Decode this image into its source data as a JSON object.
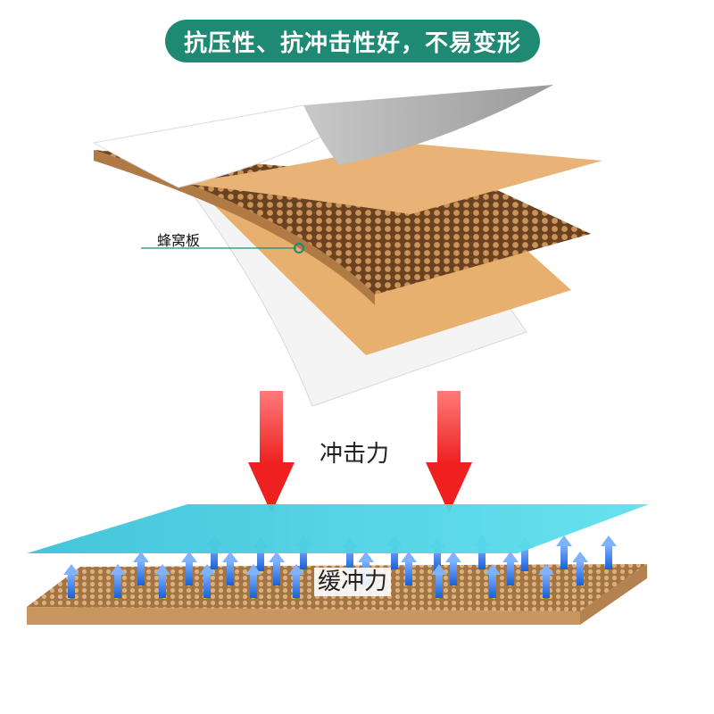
{
  "title": "抗压性、抗冲击性好，不易变形",
  "callout_label": "蜂窝板",
  "impact_label": "冲击力",
  "buffer_label": "缓冲力",
  "colors": {
    "title_bg": "#1f8a73",
    "kraft": "#e9b277",
    "honeycomb": "#8a5a30",
    "impact_arrow": "#f23a3a",
    "buffer_arrow": "#2a7be8",
    "panel": "#45d4e6"
  },
  "icons": [
    "impact-arrow-icon",
    "buffer-arrow-icon",
    "callout-dot-icon"
  ]
}
